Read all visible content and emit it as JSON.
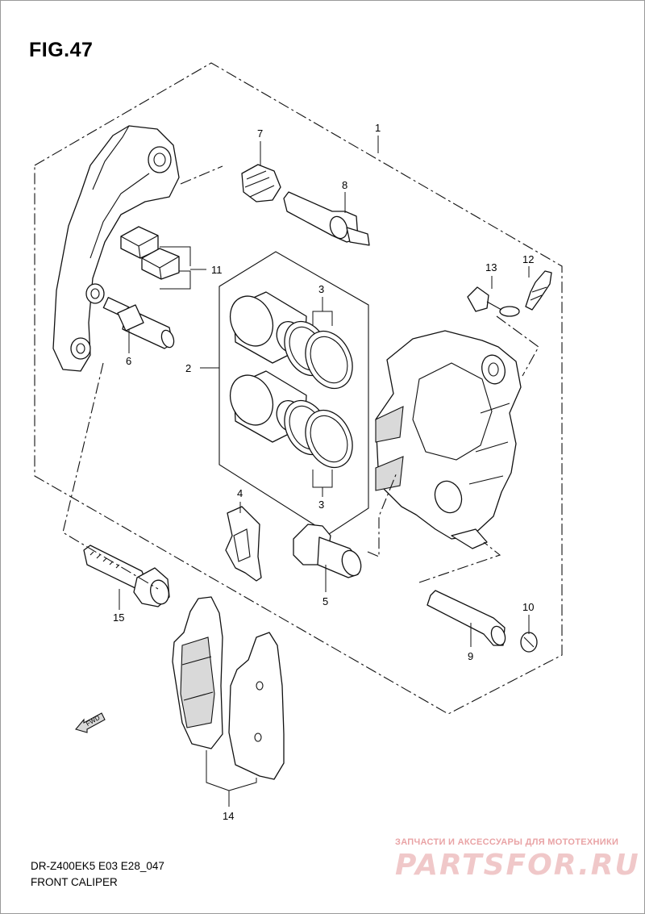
{
  "figure": {
    "title": "FIG.47"
  },
  "footer": {
    "model_code": "DR-Z400EK5 E03 E28_047",
    "assembly_name": "FRONT CALIPER"
  },
  "watermark": {
    "tagline": "ЗАПЧАСТИ И АКСЕССУАРЫ ДЛЯ МОТОТЕХНИКИ",
    "logo": "PARTSFOR.RU"
  },
  "fwd_mark": "FWD",
  "callouts": [
    "1",
    "2",
    "3",
    "3",
    "4",
    "5",
    "6",
    "7",
    "8",
    "9",
    "10",
    "11",
    "12",
    "13",
    "14",
    "15"
  ]
}
